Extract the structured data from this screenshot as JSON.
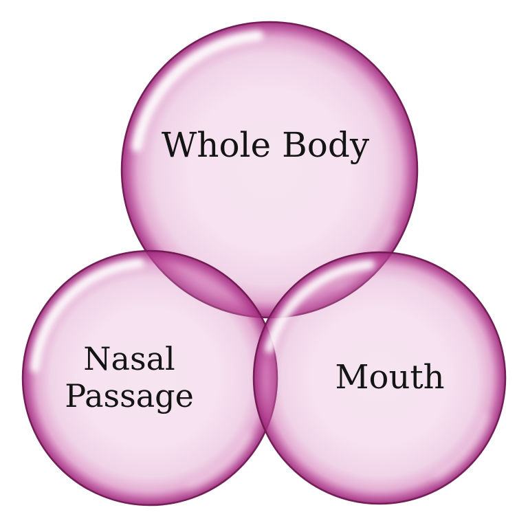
{
  "diagram": {
    "type": "venn-diagram",
    "colors": {
      "background": "#ffffff",
      "inner_fill": "#f7e4f1",
      "rim_pink": "#c9539e",
      "rim_deep": "#9b2578",
      "outline": "#6e1850",
      "highlight": "#ffffff",
      "label_text": "#141414"
    },
    "circles": [
      {
        "id": "whole-body",
        "label": "Whole Body",
        "lines": [
          "Whole Body"
        ]
      },
      {
        "id": "nasal-passage",
        "label": "Nasal Passage",
        "lines": [
          "Nasal",
          "Passage"
        ]
      },
      {
        "id": "mouth",
        "label": "Mouth",
        "lines": [
          "Mouth"
        ]
      }
    ]
  }
}
